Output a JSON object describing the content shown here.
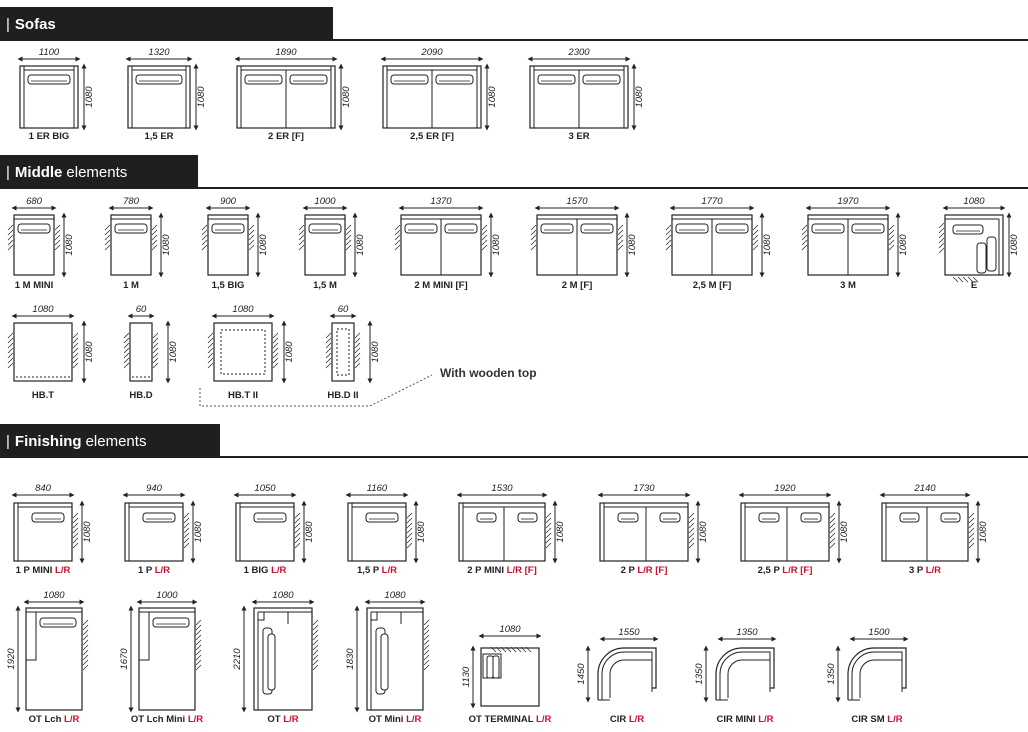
{
  "sections": [
    {
      "bold": "Sofas",
      "rest": ""
    },
    {
      "bold": "Middle",
      "rest": "elements"
    },
    {
      "bold": "Finishing",
      "rest": "elements"
    }
  ],
  "note": "With wooden top",
  "accent_color": "#c8102e",
  "elements": [
    {
      "label": "1 ER BIG",
      "width": "1100",
      "depth": "1080"
    },
    {
      "label": "1,5 ER",
      "width": "1320",
      "depth": "1080"
    },
    {
      "label": "2 ER [F]",
      "width": "1890",
      "depth": "1080"
    },
    {
      "label": "2,5 ER [F]",
      "width": "2090",
      "depth": "1080"
    },
    {
      "label": "3 ER",
      "width": "2300",
      "depth": "1080"
    },
    {
      "label": "1 M MINI",
      "width": "680",
      "depth": "1080"
    },
    {
      "label": "1 M",
      "width": "780",
      "depth": "1080"
    },
    {
      "label": "1,5 BIG",
      "width": "900",
      "depth": "1080"
    },
    {
      "label": "1,5 M",
      "width": "1000",
      "depth": "1080"
    },
    {
      "label": "2 M MINI [F]",
      "width": "1370",
      "depth": "1080"
    },
    {
      "label": "2 M [F]",
      "width": "1570",
      "depth": "1080"
    },
    {
      "label": "2,5 M [F]",
      "width": "1770",
      "depth": "1080"
    },
    {
      "label": "3 M",
      "width": "1970",
      "depth": "1080"
    },
    {
      "label": "E",
      "width": "1080",
      "depth": "1080"
    },
    {
      "label": "HB.T",
      "width": "1080",
      "depth": "1080"
    },
    {
      "label": "HB.D",
      "width": "60",
      "depth": "1080"
    },
    {
      "label": "HB.T II",
      "width": "1080",
      "depth": "1080"
    },
    {
      "label": "HB.D II",
      "width": "60",
      "depth": "1080"
    },
    {
      "label": "1 P MINI",
      "lr": "L/R",
      "width": "840",
      "depth": "1080"
    },
    {
      "label": "1 P",
      "lr": "L/R",
      "width": "940",
      "depth": "1080"
    },
    {
      "label": "1 BIG",
      "lr": "L/R",
      "width": "1050",
      "depth": "1080"
    },
    {
      "label": "1,5 P",
      "lr": "L/R",
      "width": "1160",
      "depth": "1080"
    },
    {
      "label": "2 P MINI",
      "lr": "L/R [F]",
      "width": "1530",
      "depth": "1080"
    },
    {
      "label": "2 P",
      "lr": "L/R [F]",
      "width": "1730",
      "depth": "1080"
    },
    {
      "label": "2,5 P",
      "lr": "L/R [F]",
      "width": "1920",
      "depth": "1080"
    },
    {
      "label": "3 P",
      "lr": "L/R",
      "width": "2140",
      "depth": "1080"
    },
    {
      "label": "OT Lch",
      "lr": "L/R",
      "width": "1080",
      "depth": "1920"
    },
    {
      "label": "OT Lch Mini",
      "lr": "L/R",
      "width": "1000",
      "depth": "1670"
    },
    {
      "label": "OT",
      "lr": "L/R",
      "width": "1080",
      "depth": "2210"
    },
    {
      "label": "OT Mini",
      "lr": "L/R",
      "width": "1080",
      "depth": "1830"
    },
    {
      "label": "OT TERMINAL",
      "lr": "L/R",
      "width": "1080",
      "depth": "1130"
    },
    {
      "label": "CIR",
      "lr": "L/R",
      "width": "1550",
      "depth": "1450"
    },
    {
      "label": "CIR MINI",
      "lr": "L/R",
      "width": "1350",
      "depth": "1350"
    },
    {
      "label": "CIR SM",
      "lr": "L/R",
      "width": "1500",
      "depth": "1350"
    }
  ]
}
